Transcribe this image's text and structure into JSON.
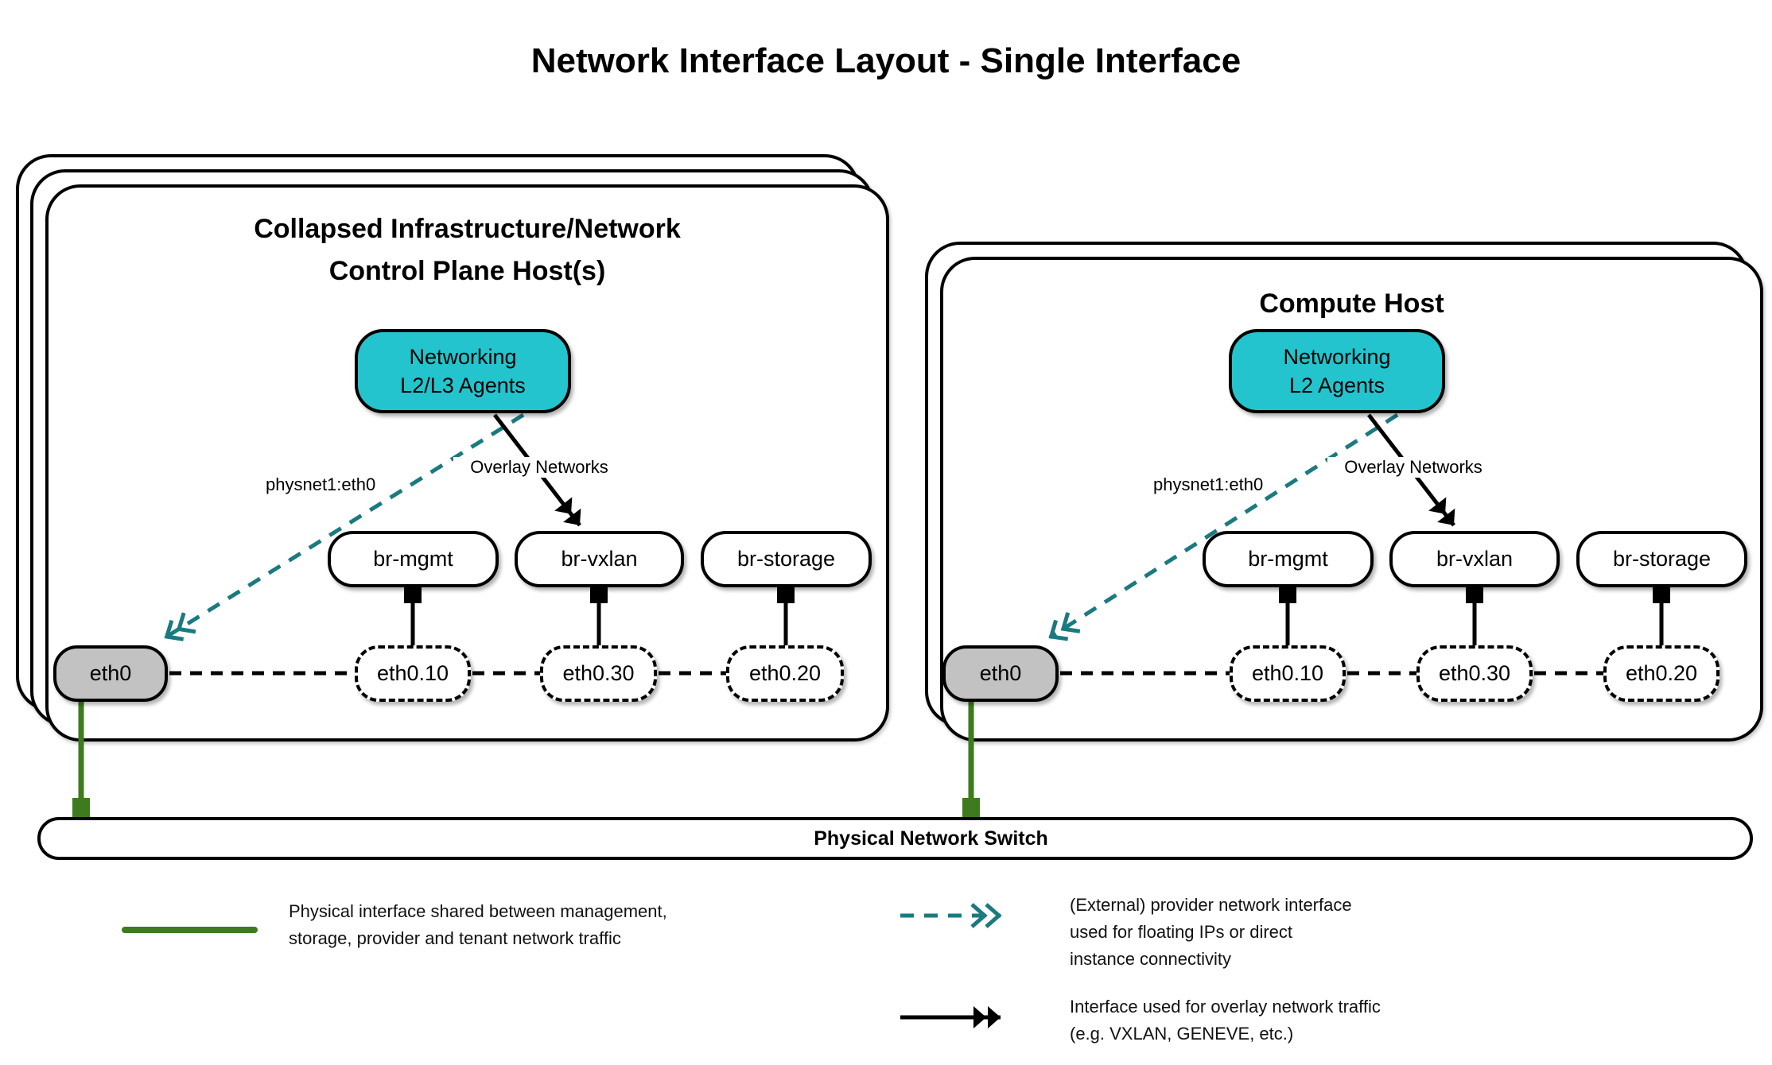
{
  "title": "Network Interface Layout - Single Interface",
  "left_host": {
    "title": "Collapsed Infrastructure/Network\nControl Plane Host(s)",
    "agent_label": "Networking\nL2/L3 Agents",
    "provider_link_label": "physnet1:eth0",
    "overlay_link_label": "Overlay Networks",
    "bridges": [
      "br-mgmt",
      "br-vxlan",
      "br-storage"
    ],
    "physical_interface": "eth0",
    "vlan_interfaces": [
      "eth0.10",
      "eth0.30",
      "eth0.20"
    ]
  },
  "right_host": {
    "title": "Compute Host",
    "agent_label": "Networking\nL2 Agents",
    "provider_link_label": "physnet1:eth0",
    "overlay_link_label": "Overlay Networks",
    "bridges": [
      "br-mgmt",
      "br-vxlan",
      "br-storage"
    ],
    "physical_interface": "eth0",
    "vlan_interfaces": [
      "eth0.10",
      "eth0.30",
      "eth0.20"
    ]
  },
  "switch_label": "Physical Network Switch",
  "legend": {
    "physical": "Physical interface shared between management,\nstorage, provider and tenant network traffic",
    "provider": "(External) provider network interface\nused for floating IPs or direct\ninstance connectivity",
    "overlay": "Interface used for overlay network traffic\n(e.g. VXLAN, GENEVE, etc.)"
  },
  "colors": {
    "agent_fill": "#23c4cd",
    "provider_arrow": "#1a7a80",
    "physical_link": "#3e7a1e",
    "physical_interface_fill": "#c2c2c2",
    "line": "#000000"
  }
}
